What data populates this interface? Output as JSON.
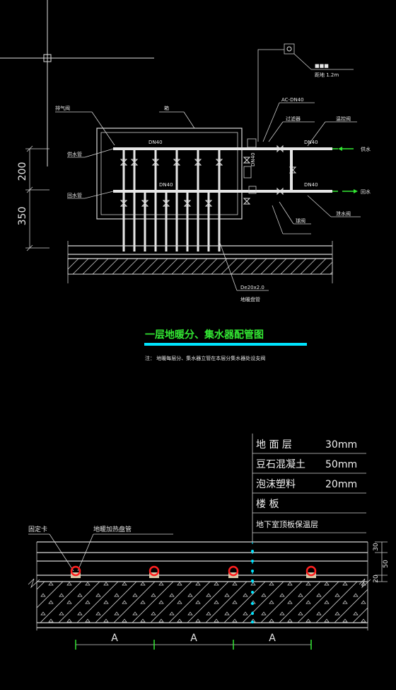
{
  "top_drawing": {
    "title": "一层地暖分、集水器配管图",
    "note": "注：    地暖每层分、集水器立管在本层分集水器处设支阀",
    "labels": {
      "height_note": "距地 1.2m",
      "pipe_label_left": "排气阀",
      "cabinet": "箱",
      "supply": "供水管",
      "return": "回水管",
      "supply_in": "供水",
      "return_out": "回水",
      "valve_box": "AC-DN40",
      "strainer": "过滤器",
      "valve_temp": "温控阀",
      "ball_valve": "球阀",
      "drain": "泄水阀",
      "branch_pipe": "DN40",
      "branch_pipe2": "DN40",
      "side_label": "DN40",
      "pipe_spec": "De20x2.0",
      "pipe_spec2": "地暖盘管"
    },
    "dims": [
      "200",
      "350"
    ]
  },
  "bottom_drawing": {
    "layers": [
      {
        "name": "地 面 层",
        "value": "30mm"
      },
      {
        "name": "豆石混凝土",
        "value": "50mm"
      },
      {
        "name": "泡沫塑料",
        "value": "20mm"
      },
      {
        "name": "楼      板",
        "value": ""
      },
      {
        "name": "地下室顶板保温层",
        "value": ""
      }
    ],
    "callouts": [
      "固定卡",
      "地暖加热盘管"
    ],
    "right_dims": [
      "30",
      "50",
      "20"
    ],
    "spacing_label": "A",
    "spacing_count": 3
  },
  "colors": {
    "line": "#d8d8d8",
    "title": "#33e833",
    "title_underline": "#00e5ff",
    "pipe_marker": "#ff2020",
    "cyan": "#00e5ff",
    "green": "#33e833"
  }
}
